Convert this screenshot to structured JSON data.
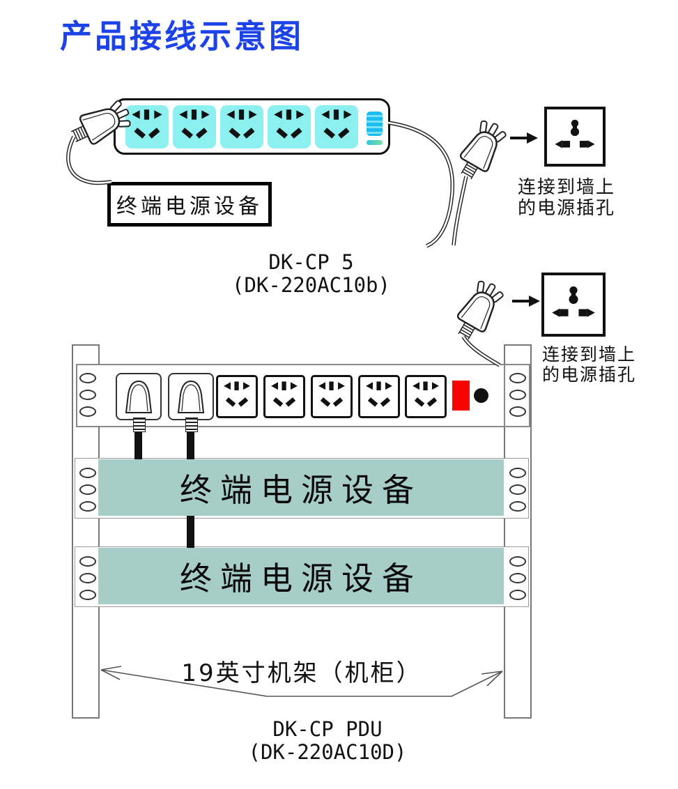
{
  "title": "产品接线示意图",
  "strip": {
    "device_label": "终端电源设备",
    "model": {
      "line1": "DK-CP 5",
      "line2": "(DK-220AC10b)"
    },
    "outlet_count": 5
  },
  "wall_top": {
    "caption_line1": "连接到墙上",
    "caption_line2": "的电源插孔"
  },
  "wall_mid": {
    "caption_line1": "连接到墙上",
    "caption_line2": "的电源插孔"
  },
  "rack": {
    "device_bar1": "终端电源设备",
    "device_bar2": "终端电源设备",
    "caption": "19英寸机架（机柜）",
    "model": {
      "line1": "DK-CP PDU",
      "line2": "(DK-220AC10D)"
    },
    "pdu_outlet_count": 5,
    "pdu_plug_count": 2
  },
  "colors": {
    "title_blue": "#1C43E8",
    "outlet_cyan": "#8DF0F0",
    "switch_blue": "#19BDF0",
    "indicator_green": "#7EDF9E",
    "bar_teal": "#A7CDC9",
    "switch_red": "#F90500"
  },
  "icons": {
    "plug": "3-pin power plug",
    "socket_5hole": "5-hole outlet socket",
    "wall_outlet": "universal wall socket",
    "arrow_right": "→",
    "power_switch": "illuminated rocker switch",
    "indicator": "power indicator bar",
    "mounting_hole": "rack mounting hole",
    "breaker_button": "circuit breaker button"
  }
}
